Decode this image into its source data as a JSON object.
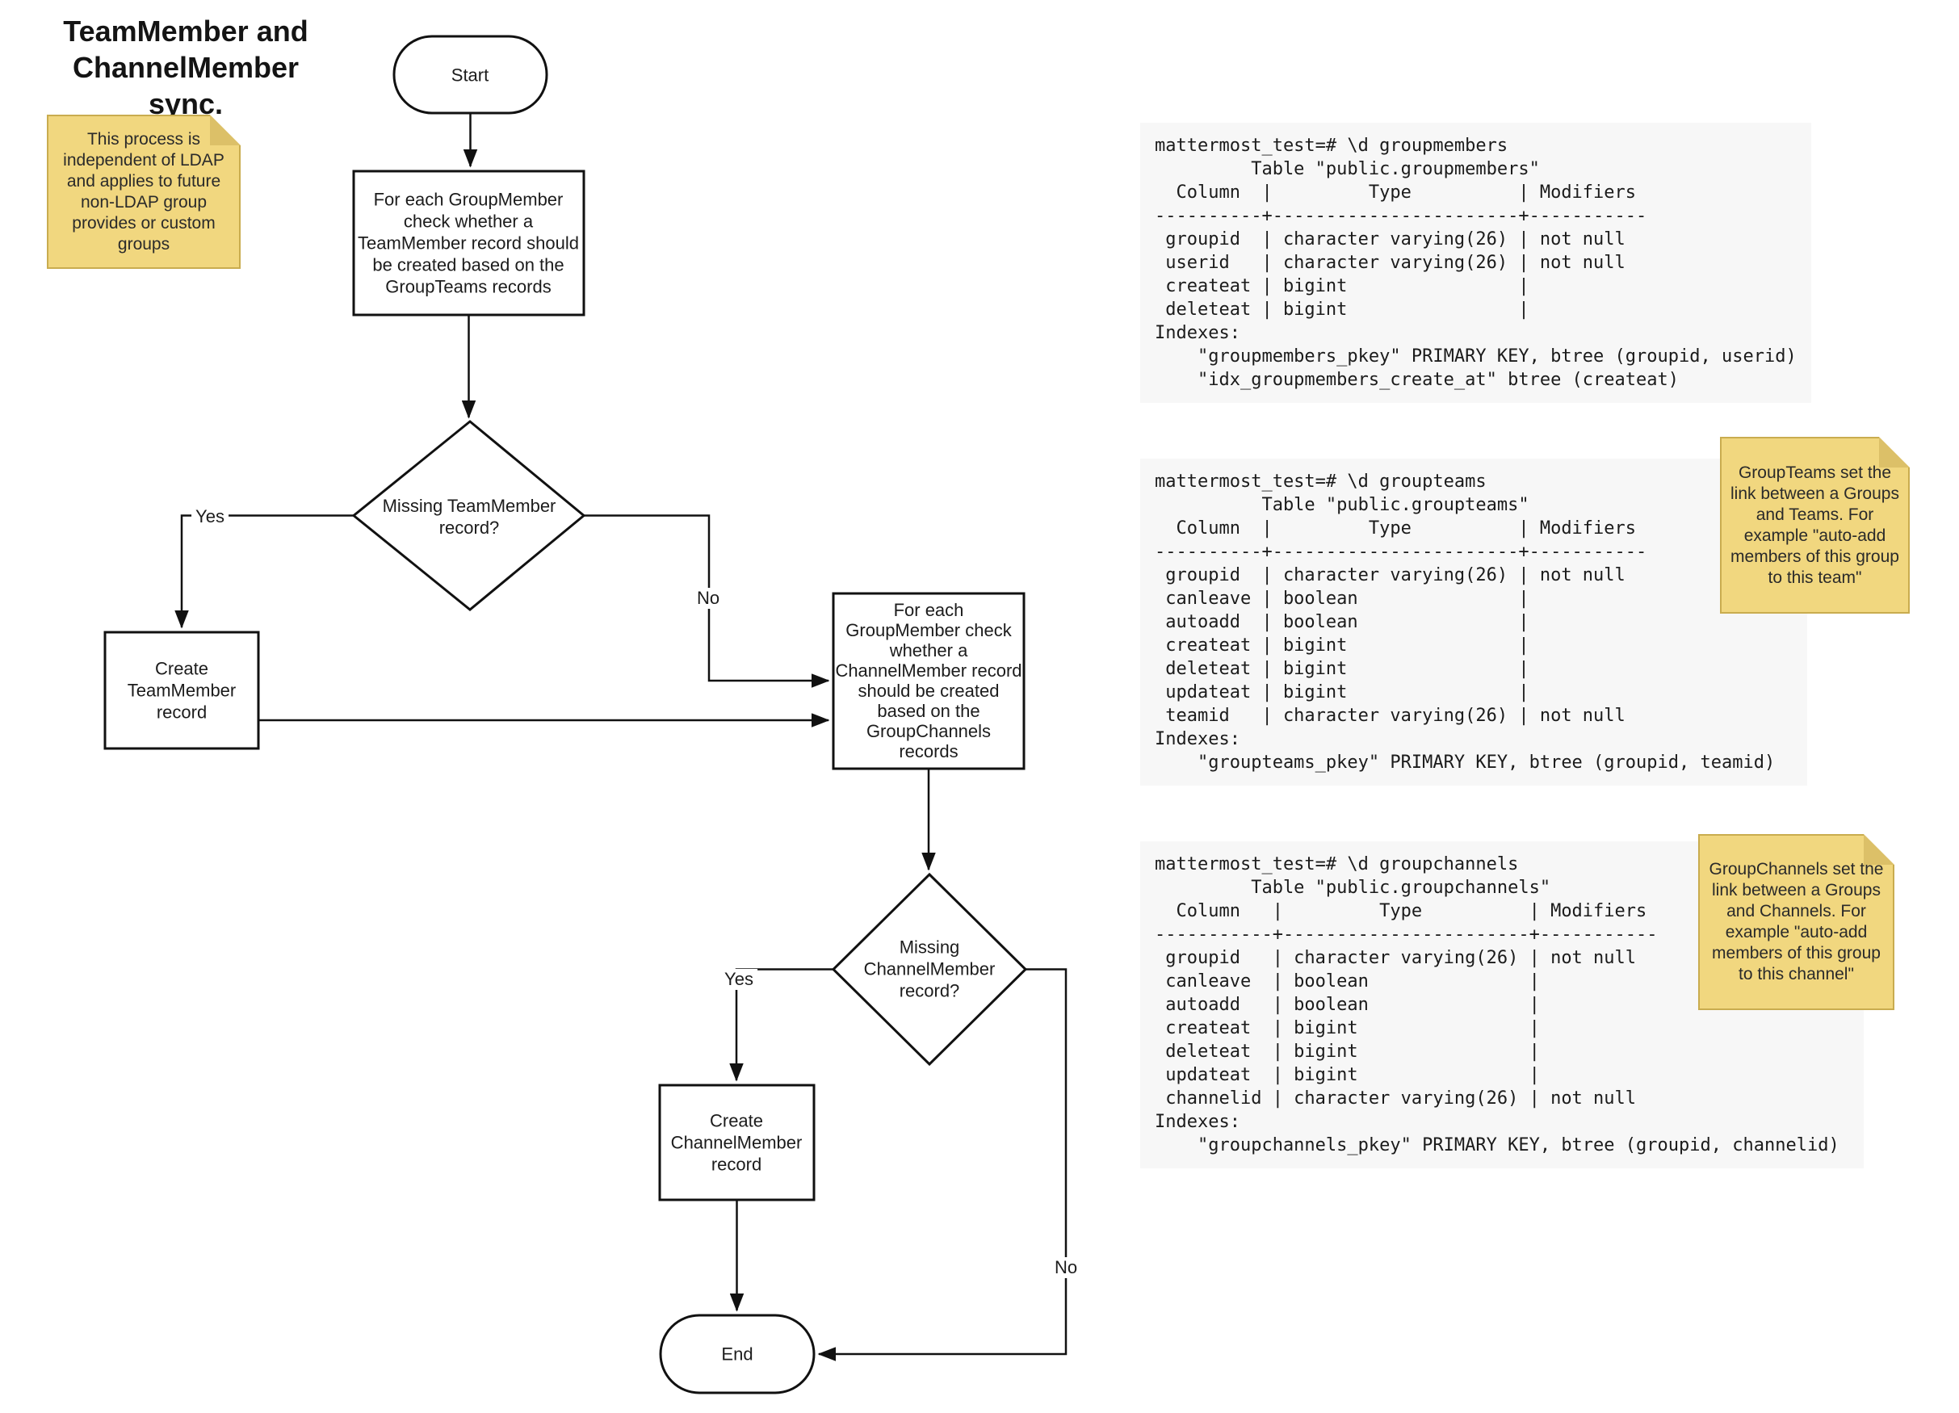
{
  "title": "TeamMember and\nChannelMember sync.",
  "colors": {
    "note_fill": "#F1D77F",
    "note_border": "#C9AC4F",
    "note_fold": "#DCC068",
    "shape_stroke": "#111111",
    "code_background": "#F7F7F7"
  },
  "notes": {
    "ldap": "This process is\nindependent of LDAP\nand applies to future\nnon-LDAP group\nprovides or custom\ngroups",
    "groupteams": "GroupTeams set the\nlink between a Groups\nand Teams. For\nexample \"auto-add\nmembers of this group\nto this team\"",
    "groupchannels": "GroupChannels set the\nlink between a Groups\nand Channels. For\nexample \"auto-add\nmembers of this group\nto this channel\""
  },
  "flowchart": {
    "start": "Start",
    "end": "End",
    "process_team": "For each GroupMember\ncheck whether a\nTeamMember record should\nbe created based on the\nGroupTeams records",
    "decision_team": "Missing TeamMember\nrecord?",
    "create_team": "Create\nTeamMember\nrecord",
    "process_channel": "For each\nGroupMember check\nwhether a\nChannelMember record\nshould be created\nbased on the\nGroupChannels\nrecords",
    "decision_channel": "Missing\nChannelMember\nrecord?",
    "create_channel": "Create\nChannelMember\nrecord",
    "label_yes_team": "Yes",
    "label_no_team": "No",
    "label_yes_channel": "Yes",
    "label_no_channel": "No"
  },
  "terminals": {
    "groupmembers": [
      "mattermost_test=# \\d groupmembers",
      "         Table \"public.groupmembers\"",
      "  Column  |         Type          | Modifiers",
      "----------+-----------------------+-----------",
      " groupid  | character varying(26) | not null",
      " userid   | character varying(26) | not null",
      " createat | bigint                |",
      " deleteat | bigint                |",
      "Indexes:",
      "    \"groupmembers_pkey\" PRIMARY KEY, btree (groupid, userid)",
      "    \"idx_groupmembers_create_at\" btree (createat)"
    ],
    "groupteams": [
      "mattermost_test=# \\d groupteams",
      "          Table \"public.groupteams\"",
      "  Column  |         Type          | Modifiers",
      "----------+-----------------------+-----------",
      " groupid  | character varying(26) | not null",
      " canleave | boolean               |",
      " autoadd  | boolean               |",
      " createat | bigint                |",
      " deleteat | bigint                |",
      " updateat | bigint                |",
      " teamid   | character varying(26) | not null",
      "Indexes:",
      "    \"groupteams_pkey\" PRIMARY KEY, btree (groupid, teamid)"
    ],
    "groupchannels": [
      "mattermost_test=# \\d groupchannels",
      "         Table \"public.groupchannels\"",
      "  Column   |         Type          | Modifiers",
      "-----------+-----------------------+-----------",
      " groupid   | character varying(26) | not null",
      " canleave  | boolean               |",
      " autoadd   | boolean               |",
      " createat  | bigint                |",
      " deleteat  | bigint                |",
      " updateat  | bigint                |",
      " channelid | character varying(26) | not null",
      "Indexes:",
      "    \"groupchannels_pkey\" PRIMARY KEY, btree (groupid, channelid)"
    ]
  }
}
